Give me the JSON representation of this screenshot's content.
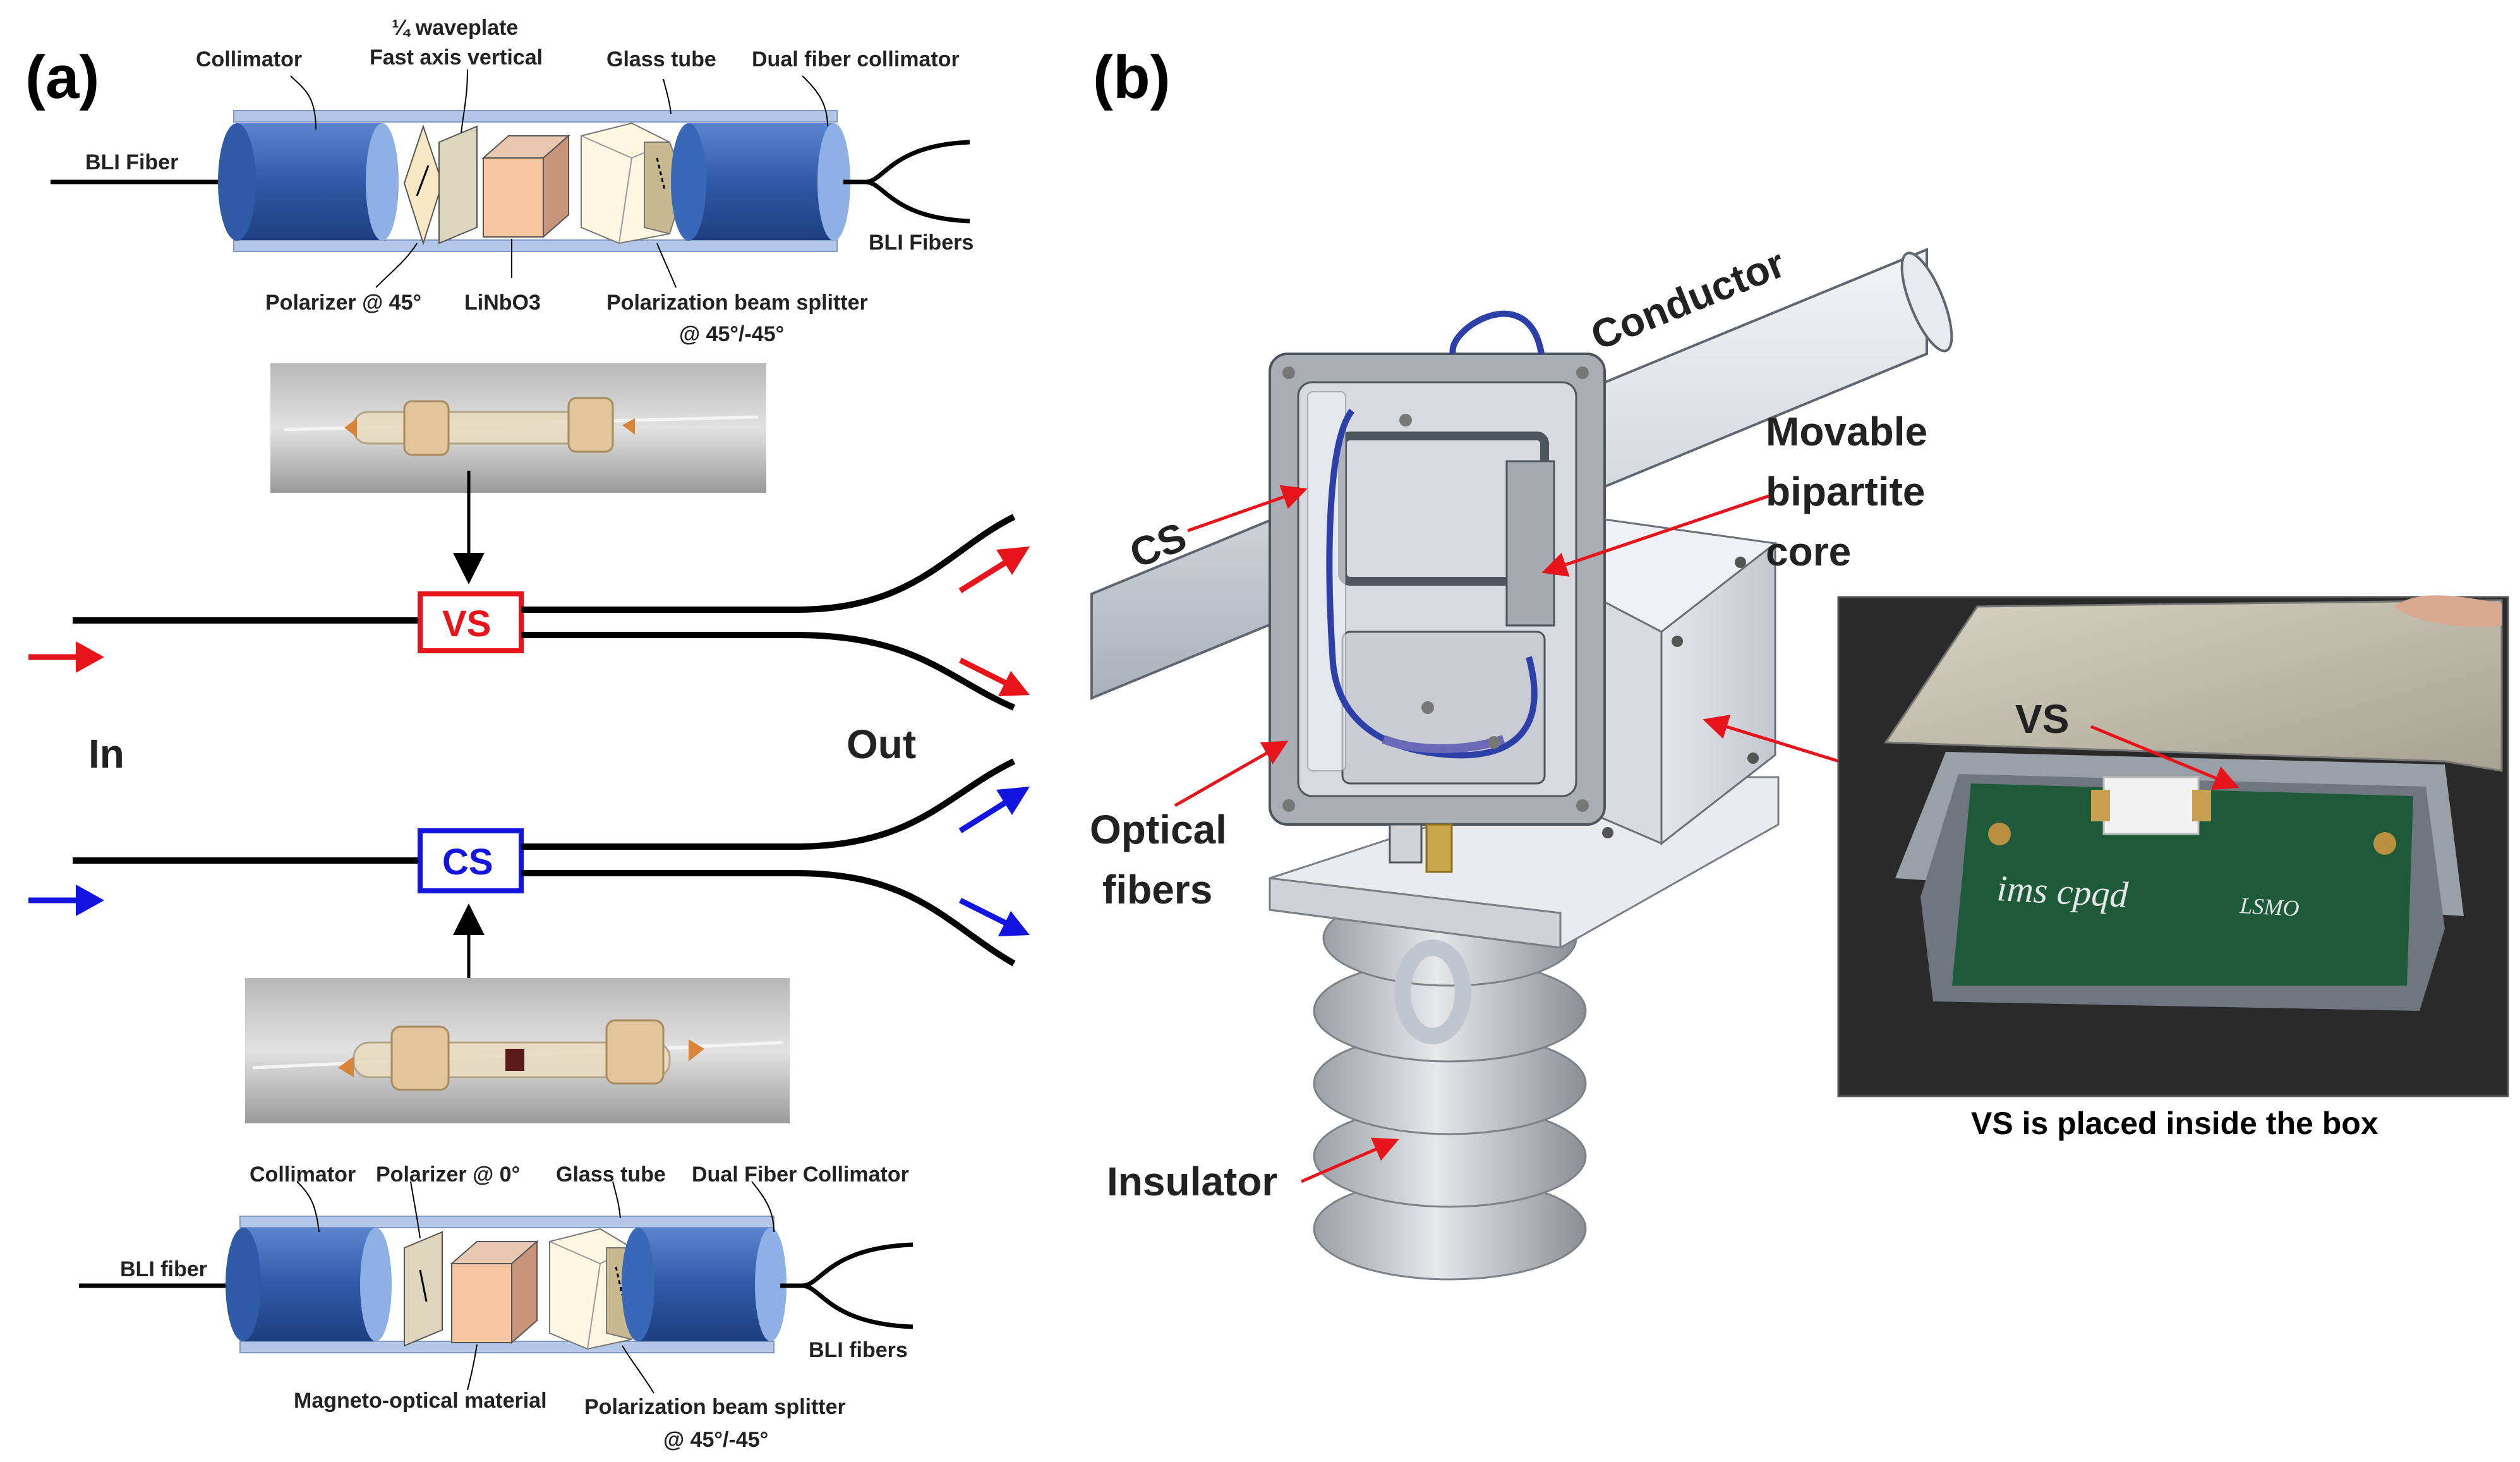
{
  "panel_a": {
    "label": "(a)",
    "vs_sensor": {
      "collimator": "Collimator",
      "waveplate_line1": "¼ waveplate",
      "waveplate_line2": "Fast axis vertical",
      "glass_tube": "Glass tube",
      "dual_collimator": "Dual fiber collimator",
      "bli_fiber_in": "BLI Fiber",
      "bli_fibers_out": "BLI Fibers",
      "polarizer": "Polarizer @ 45°",
      "crystal": "LiNbO3",
      "pbs_line1": "Polarization beam splitter",
      "pbs_line2": "@ 45°/-45°"
    },
    "schematic": {
      "vs_box": "VS",
      "cs_box": "CS",
      "in_label": "In",
      "out_label": "Out"
    },
    "cs_sensor": {
      "collimator": "Collimator",
      "polarizer": "Polarizer @ 0°",
      "glass_tube": "Glass tube",
      "dual_collimator": "Dual Fiber Collimator",
      "bli_fiber_in": "BLI fiber",
      "bli_fibers_out": "BLI fibers",
      "mo_material": "Magneto-optical material",
      "pbs_line1": "Polarization beam splitter",
      "pbs_line2": "@ 45°/-45°"
    }
  },
  "panel_b": {
    "label": "(b)",
    "conductor": "Conductor",
    "core_line1": "Movable",
    "core_line2": "bipartite",
    "core_line3": "core",
    "cs_label": "CS",
    "fibers_line1": "Optical",
    "fibers_line2": "fibers",
    "insulator": "Insulator",
    "inset_vs": "VS",
    "inset_caption": "VS is placed inside the box",
    "pcb_logo": "ims cpqd",
    "pcb_logo2": "LSMO"
  },
  "colors": {
    "vs_red": "#e8141c",
    "cs_blue": "#1414e0",
    "collimator_blue": "#3a68b8",
    "tube_blue": "#b3c8e8"
  },
  "icons": [
    "right-arrow-icon",
    "down-arrow-icon",
    "up-arrow-icon"
  ]
}
